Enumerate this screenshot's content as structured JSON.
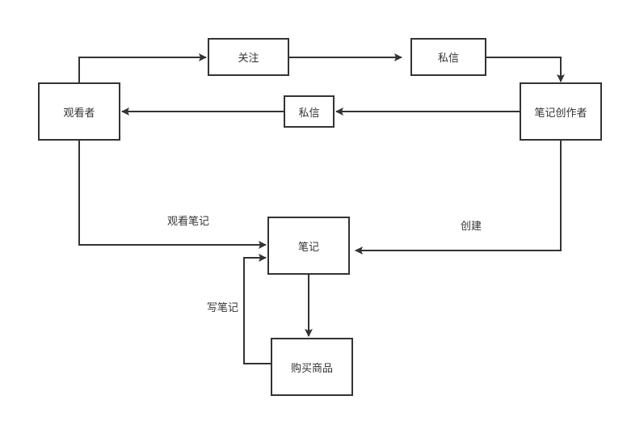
{
  "diagram": {
    "type": "flowchart",
    "colors": {
      "stroke": "#333333",
      "text": "#333333",
      "background": "#ffffff"
    },
    "nodes": [
      {
        "id": "viewer",
        "label": "观看者"
      },
      {
        "id": "follow",
        "label": "关注"
      },
      {
        "id": "dm_top",
        "label": "私信"
      },
      {
        "id": "creator",
        "label": "笔记创作者"
      },
      {
        "id": "dm_mid",
        "label": "私信"
      },
      {
        "id": "note",
        "label": "笔记"
      },
      {
        "id": "buy",
        "label": "购买商品"
      }
    ],
    "edges": [
      {
        "from": "viewer",
        "to": "follow",
        "label": ""
      },
      {
        "from": "follow",
        "to": "dm_top",
        "label": ""
      },
      {
        "from": "dm_top",
        "to": "creator",
        "label": ""
      },
      {
        "from": "creator",
        "to": "dm_mid",
        "label": ""
      },
      {
        "from": "dm_mid",
        "to": "viewer",
        "label": ""
      },
      {
        "from": "viewer",
        "to": "note",
        "label": "观看笔记"
      },
      {
        "from": "creator",
        "to": "note",
        "label": "创建"
      },
      {
        "from": "note",
        "to": "buy",
        "label": ""
      },
      {
        "from": "buy",
        "to": "note",
        "label": "写笔记"
      }
    ]
  }
}
